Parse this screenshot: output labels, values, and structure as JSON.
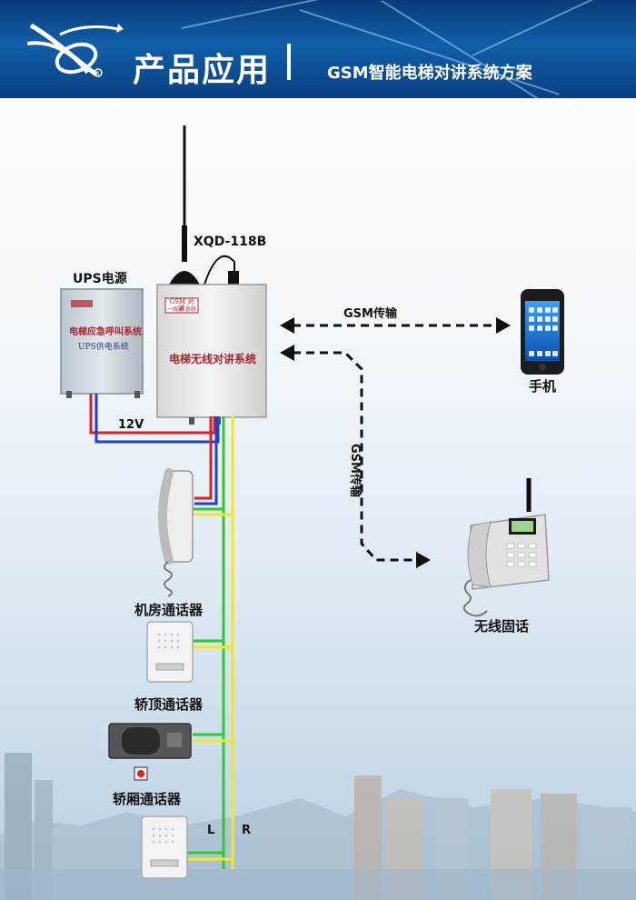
{
  "header": {
    "title": "产品应用",
    "divider": "|",
    "subtitle": "GSM智能电梯对讲系统方案"
  },
  "devices": {
    "main_unit": {
      "model": "XQD-118B",
      "label": "电梯无线对讲系统",
      "badge_line1": "GSM 对讲",
      "badge_line2": "一线通 系统"
    },
    "ups": {
      "title": "UPS电源",
      "line1": "电梯应急呼叫系统",
      "line2": "UPS供电系统"
    },
    "voltage_label": "12V",
    "phone": {
      "label": "手机"
    },
    "landline": {
      "label": "无线固话"
    },
    "machine_room": {
      "label": "机房通话器"
    },
    "car_top": {
      "label": "轿顶通话器"
    },
    "car_inside": {
      "label": "轿厢通话器"
    },
    "wire_l": "L",
    "wire_r": "R"
  },
  "links": {
    "gsm_horizontal": "GSM传输",
    "gsm_vertical": "GSM传输"
  },
  "colors": {
    "header_bg": "#0f5fa8",
    "wire_red": "#e02020",
    "wire_blue": "#1f3fd8",
    "wire_green": "#2fc82f",
    "wire_yellow": "#f2e81c",
    "box_text": "#b0232a"
  }
}
